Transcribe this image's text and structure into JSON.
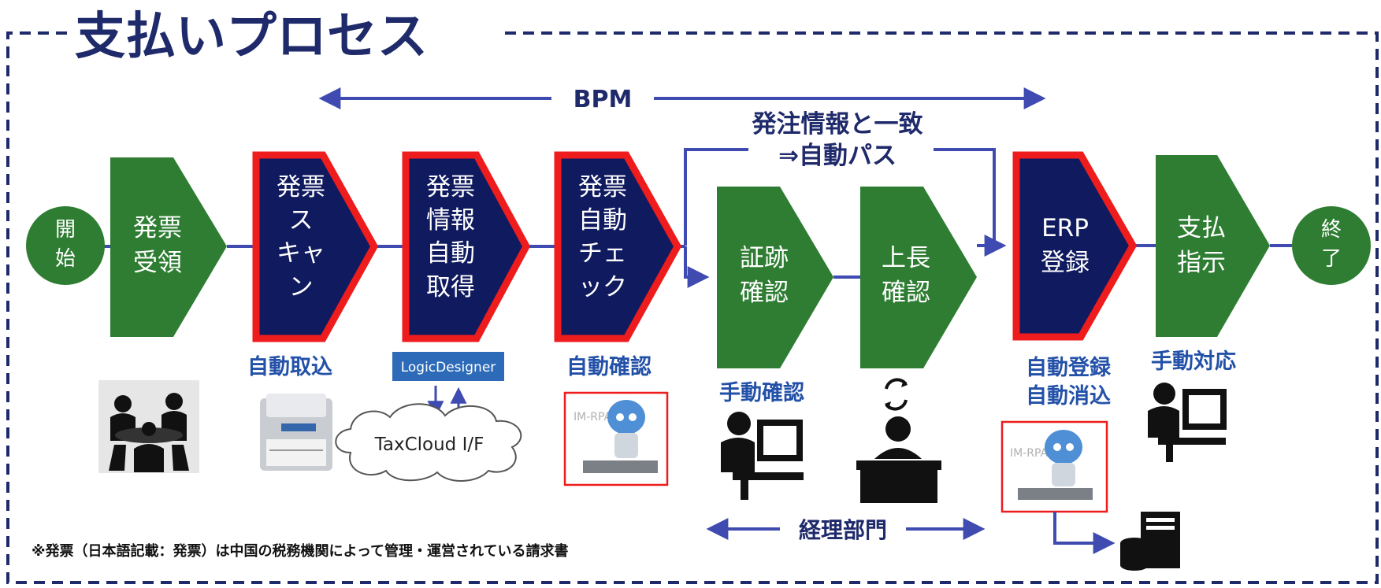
{
  "title": "支払いプロセス",
  "bpm_label": "BPM",
  "auto_pass": {
    "line1": "発注情報と一致",
    "line2": "⇒自動パス"
  },
  "start": {
    "line1": "開",
    "line2": "始"
  },
  "end": {
    "line1": "終",
    "line2": "了"
  },
  "steps": [
    {
      "id": "receive",
      "lines": [
        "発票",
        "受領"
      ],
      "automated": false
    },
    {
      "id": "scan",
      "lines": [
        "発票",
        "ス",
        "キャ",
        "ン"
      ],
      "automated": true
    },
    {
      "id": "fetch",
      "lines": [
        "発票",
        "情報",
        "自動",
        "取得"
      ],
      "automated": true
    },
    {
      "id": "autocheck",
      "lines": [
        "発票",
        "自動",
        "チェ",
        "ック"
      ],
      "automated": true
    },
    {
      "id": "evidence",
      "lines": [
        "証跡",
        "確認"
      ],
      "automated": false
    },
    {
      "id": "boss",
      "lines": [
        "上長",
        "確認"
      ],
      "automated": false
    },
    {
      "id": "erp",
      "lines": [
        "ERP",
        "登録"
      ],
      "automated": true
    },
    {
      "id": "payment",
      "lines": [
        "支払",
        "指示"
      ],
      "automated": false
    }
  ],
  "captions": {
    "auto_import": "自動取込",
    "auto_confirm": "自動確認",
    "manual_confirm": "手動確認",
    "auto_register": "自動登録",
    "auto_reconcile": "自動消込",
    "manual_response": "手動対応"
  },
  "logic_designer": "LogicDesigner",
  "taxcloud": "TaxCloud I/F",
  "rpa_logo": "IM-RPA",
  "dept_label": "経理部門",
  "footnote": "※発票（日本語記載：発票）は中国の税務機関によって管理・運営されている請求書",
  "colors": {
    "green": "#2e7d32",
    "navy": "#0f1a5f",
    "red": "#ee1c1c",
    "blue_line": "#3f4bb0",
    "dashed_border": "#1f2a6b",
    "caption_blue": "#2351a8"
  },
  "icons": [
    "meeting-people-icon",
    "scanner-icon",
    "robot-icon",
    "office-worker-icon",
    "refresh-icon",
    "manager-icon",
    "server-database-icon"
  ]
}
